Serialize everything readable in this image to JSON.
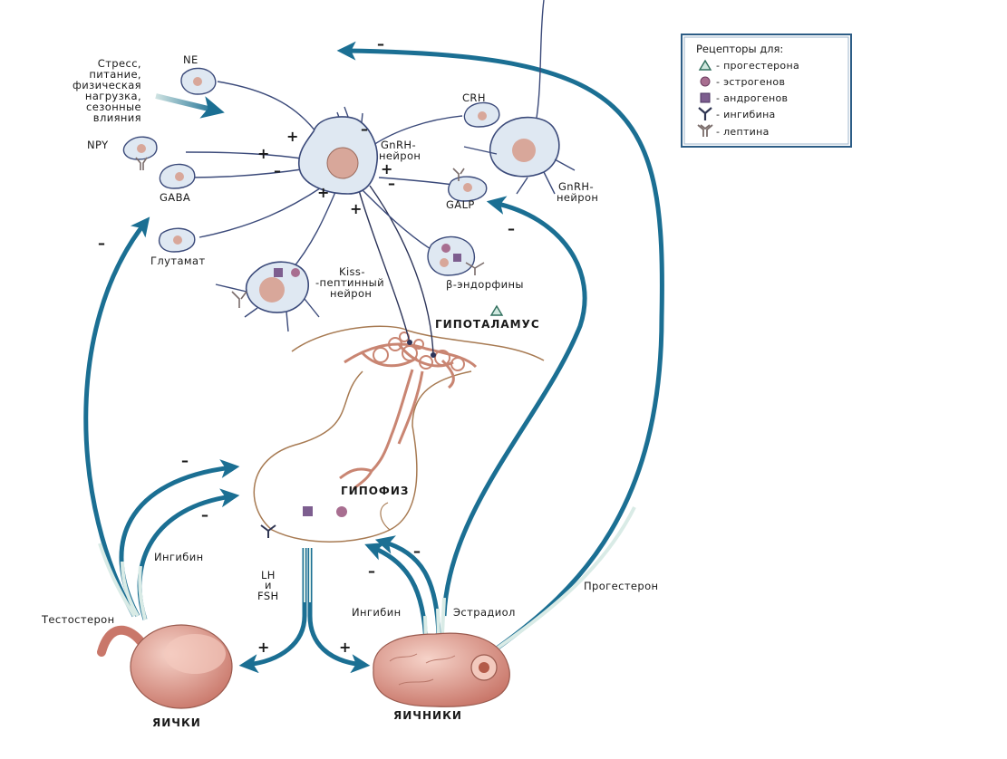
{
  "legend": {
    "title": "Рецепторы для:",
    "items": [
      {
        "icon": "triangle-icon",
        "label": "- прогестерона"
      },
      {
        "icon": "circle-icon",
        "label": "- эстрогенов"
      },
      {
        "icon": "square-icon",
        "label": "- андрогенов"
      },
      {
        "icon": "y-receptor-icon",
        "label": "- ингибина"
      },
      {
        "icon": "double-y-receptor-icon",
        "label": "- лептина"
      }
    ]
  },
  "stress_label": [
    "Стресс,",
    "питание,",
    "физическая",
    "нагрузка,",
    "сезонные",
    "влияния"
  ],
  "neurons": {
    "ne": "NE",
    "crh": "CRH",
    "npy": "NPY",
    "gaba": "GABA",
    "glutamate": "Глутамат",
    "kiss": [
      "Kiss-",
      "-пептинный",
      "нейрон"
    ],
    "beta_endorphins": "β-эндорфины",
    "galp": "GALP",
    "gnrh_center": [
      "GnRH-",
      "нейрон"
    ],
    "gnrh_right": [
      "GnRH-",
      "нейрон"
    ]
  },
  "regions": {
    "hypothalamus": "ГИПОТАЛАМУС",
    "pituitary": "ГИПОФИЗ",
    "testes": "ЯИЧКИ",
    "ovaries": "ЯИЧНИКИ"
  },
  "hormones": {
    "inhibin_left": "Ингибин",
    "testosterone": "Тестостерон",
    "lh": "LH",
    "and": "и",
    "fsh": "FSH",
    "inhibin_right": "Ингибин",
    "estradiol": "Эстрадиол",
    "progesterone": "Прогестерон"
  },
  "signs": {
    "plus": "+",
    "minus": "–"
  },
  "colors": {
    "arrow": "#1b6f93",
    "neuron_fill": "#dfe8f2",
    "neuron_stroke": "#3b4a7a",
    "nucleus": "#d8a79a",
    "organ": "#e7a89c",
    "vessel": "#c98572",
    "outline": "#a77a52"
  }
}
